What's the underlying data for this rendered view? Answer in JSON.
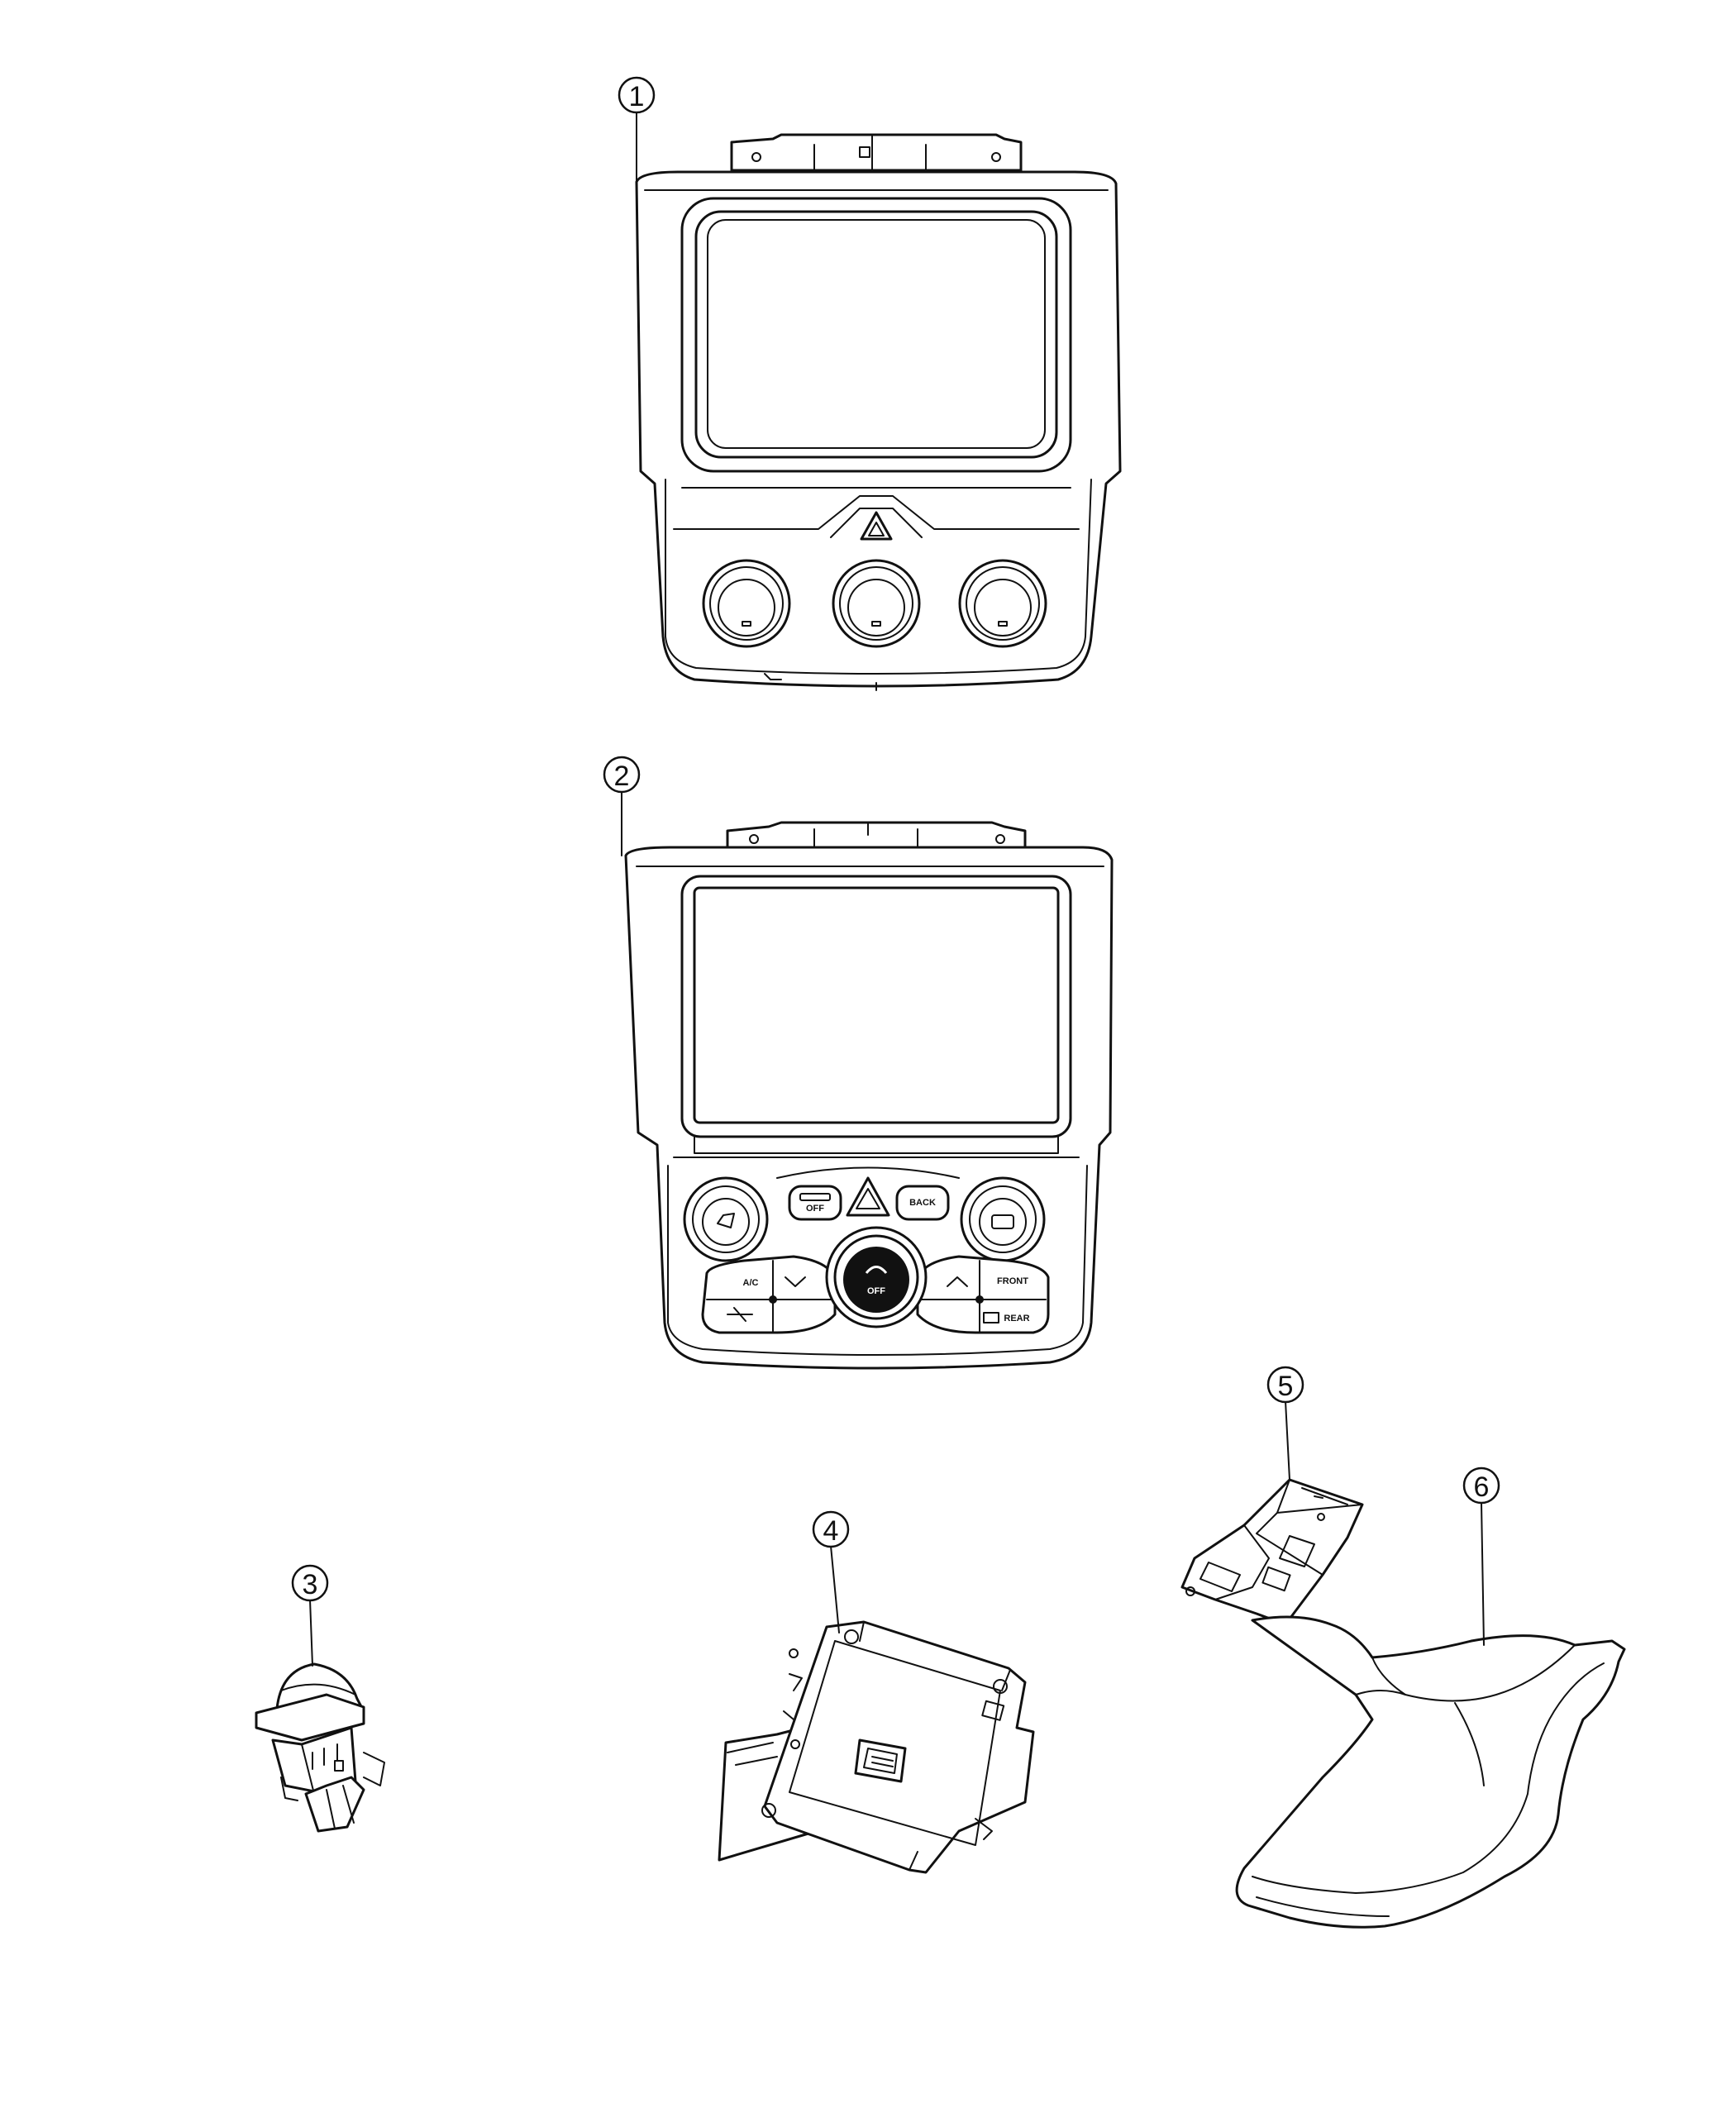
{
  "callouts": [
    {
      "id": 1,
      "label": "1"
    },
    {
      "id": 2,
      "label": "2"
    },
    {
      "id": 3,
      "label": "3"
    },
    {
      "id": 4,
      "label": "4"
    },
    {
      "id": 5,
      "label": "5"
    },
    {
      "id": 6,
      "label": "6"
    }
  ],
  "panel2_buttons": {
    "off": "OFF",
    "back": "BACK",
    "a_c": "A/C",
    "front": "FRONT",
    "rear": "REAR"
  }
}
